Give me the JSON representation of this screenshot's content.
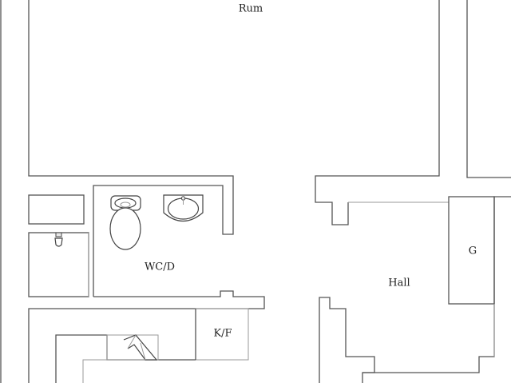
{
  "rooms": {
    "rum": "Rum",
    "wc_d": "WC/D",
    "hall": "Hall",
    "g": "G",
    "k_f": "K/F"
  },
  "fixtures": [
    "toilet-icon",
    "sink-icon",
    "shower-icon",
    "stairs-icon"
  ],
  "colors": {
    "wall": "#555555",
    "background": "#ffffff",
    "text": "#222222"
  }
}
